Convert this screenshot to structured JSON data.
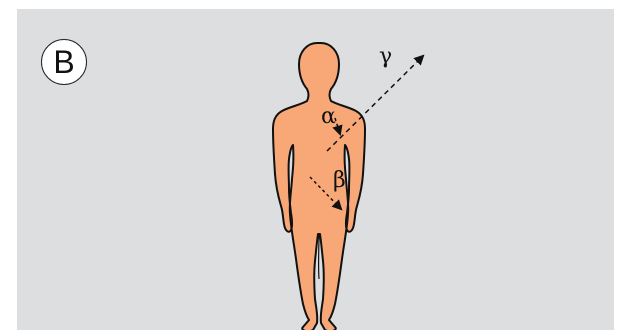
{
  "panel": {
    "label": "B"
  },
  "figure": {
    "body_color": "#f8a877",
    "outline_color": "#111111",
    "background_color": "#dcdedf"
  },
  "angles": [
    {
      "symbol": "α"
    },
    {
      "symbol": "β"
    },
    {
      "symbol": "γ"
    }
  ]
}
